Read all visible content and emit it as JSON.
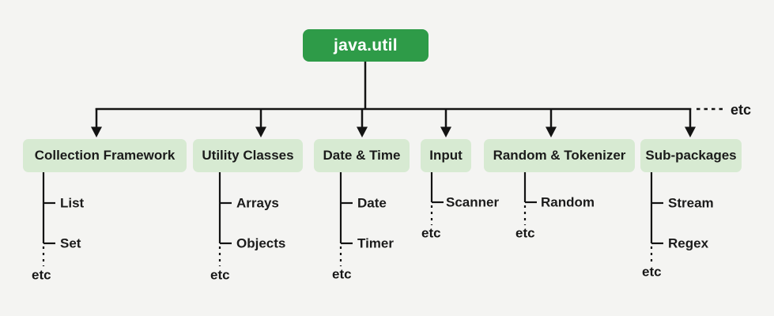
{
  "diagram": {
    "root": {
      "label": "java.util"
    },
    "overflow_right_label": "etc",
    "categories": [
      {
        "label": "Collection Framework",
        "children": [
          "List",
          "Set"
        ],
        "more_label": "etc"
      },
      {
        "label": "Utility Classes",
        "children": [
          "Arrays",
          "Objects"
        ],
        "more_label": "etc"
      },
      {
        "label": "Date & Time",
        "children": [
          "Date",
          "Timer"
        ],
        "more_label": "etc"
      },
      {
        "label": "Input",
        "children": [
          "Scanner"
        ],
        "more_label": "etc"
      },
      {
        "label": "Random & Tokenizer",
        "children": [
          "Random"
        ],
        "more_label": "etc"
      },
      {
        "label": "Sub-packages",
        "children": [
          "Stream",
          "Regex"
        ],
        "more_label": "etc"
      }
    ],
    "colors": {
      "background": "#f4f4f2",
      "root_box": "#2e9b48",
      "root_text": "#ffffff",
      "category_box": "#d7ead2",
      "text": "#1b1b1b",
      "line": "#131313"
    }
  }
}
